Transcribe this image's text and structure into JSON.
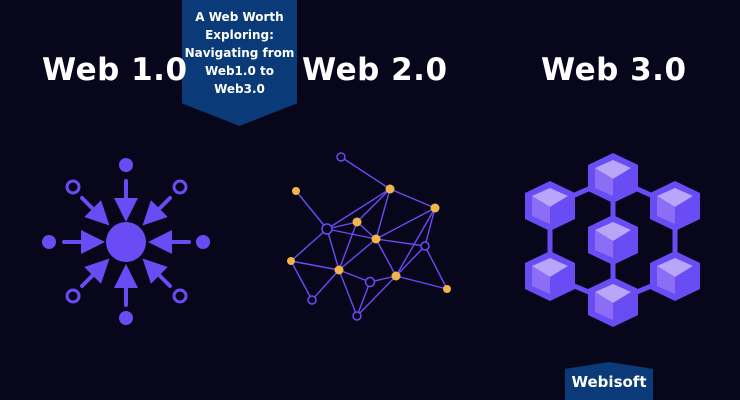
{
  "banner": {
    "lines": [
      "A Web Worth",
      "Exploring:",
      "Navigating from",
      "Web1.0 to",
      "Web3.0"
    ]
  },
  "sections": [
    {
      "title": "Web 1.0"
    },
    {
      "title": "Web 2.0"
    },
    {
      "title": "Web 3.0"
    }
  ],
  "brand": {
    "name": "Webisoft"
  },
  "colors": {
    "background": "#07061a",
    "accent": "#6a4cf5",
    "node_highlight": "#f2b54a",
    "cube_top": "#b9a6f8",
    "cube_left": "#8c6ef6",
    "cube_right": "#6a4cf5",
    "banner": "#0b3a78"
  }
}
